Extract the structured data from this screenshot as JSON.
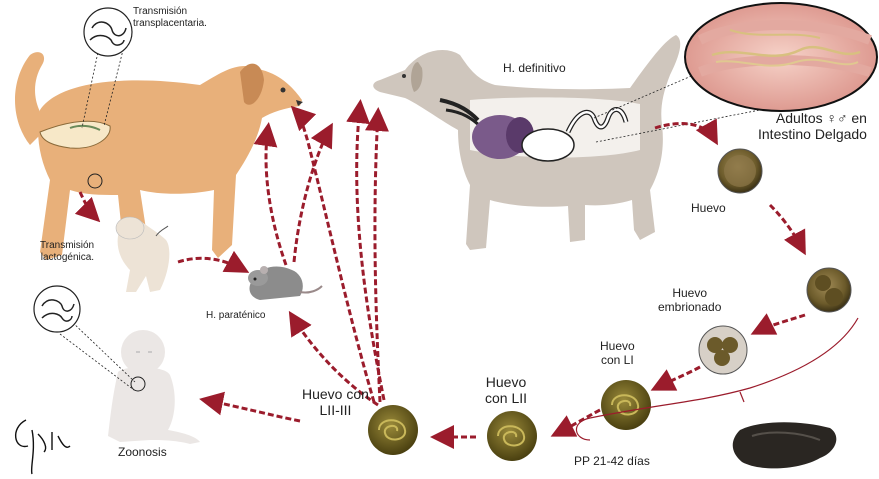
{
  "labels": {
    "transplacental": "Transmisión\ntransplacentaria.",
    "lactogenic": "Transmisión\nlactogénica.",
    "paratenic": "H. paraténico",
    "zoonosis": "Zoonosis",
    "definitive": "H. definitivo",
    "adults": "Adultos ♀♂ en\nIntestino Delgado",
    "egg": "Huevo",
    "embryonated": "Huevo\nembrionado",
    "egg_l1": "Huevo\ncon LI",
    "egg_l2": "Huevo\ncon LII",
    "egg_l2_l3": "Huevo con\nLII-III",
    "pp": "PP 21-42 días"
  },
  "colors": {
    "arrow": "#9b1c2c",
    "dog_tan": "#e8b07a",
    "dog_grey": "#cfc6bd",
    "egg_brown": "#6b5a2a"
  },
  "icons": [
    "signature-icon",
    "rat-icon",
    "puppy-icon",
    "baby-icon",
    "feces-icon"
  ]
}
